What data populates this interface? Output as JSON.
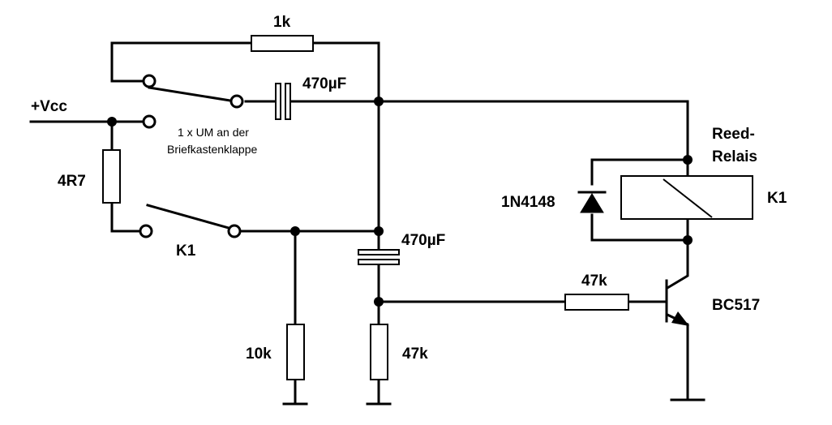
{
  "labels": {
    "r_1k": "1k",
    "c_top": "470µF",
    "vcc": "+Vcc",
    "switch_note_line1": "1 x UM an der",
    "switch_note_line2": "Briefkastenklappe",
    "r_4r7": "4R7",
    "k1_contact": "K1",
    "c_mid": "470µF",
    "r_10k": "10k",
    "r_47k_bottom": "47k",
    "r_47k_base": "47k",
    "reed_line1": "Reed-",
    "reed_line2": "Relais",
    "relay_k1": "K1",
    "diode": "1N4148",
    "transistor": "BC517"
  }
}
